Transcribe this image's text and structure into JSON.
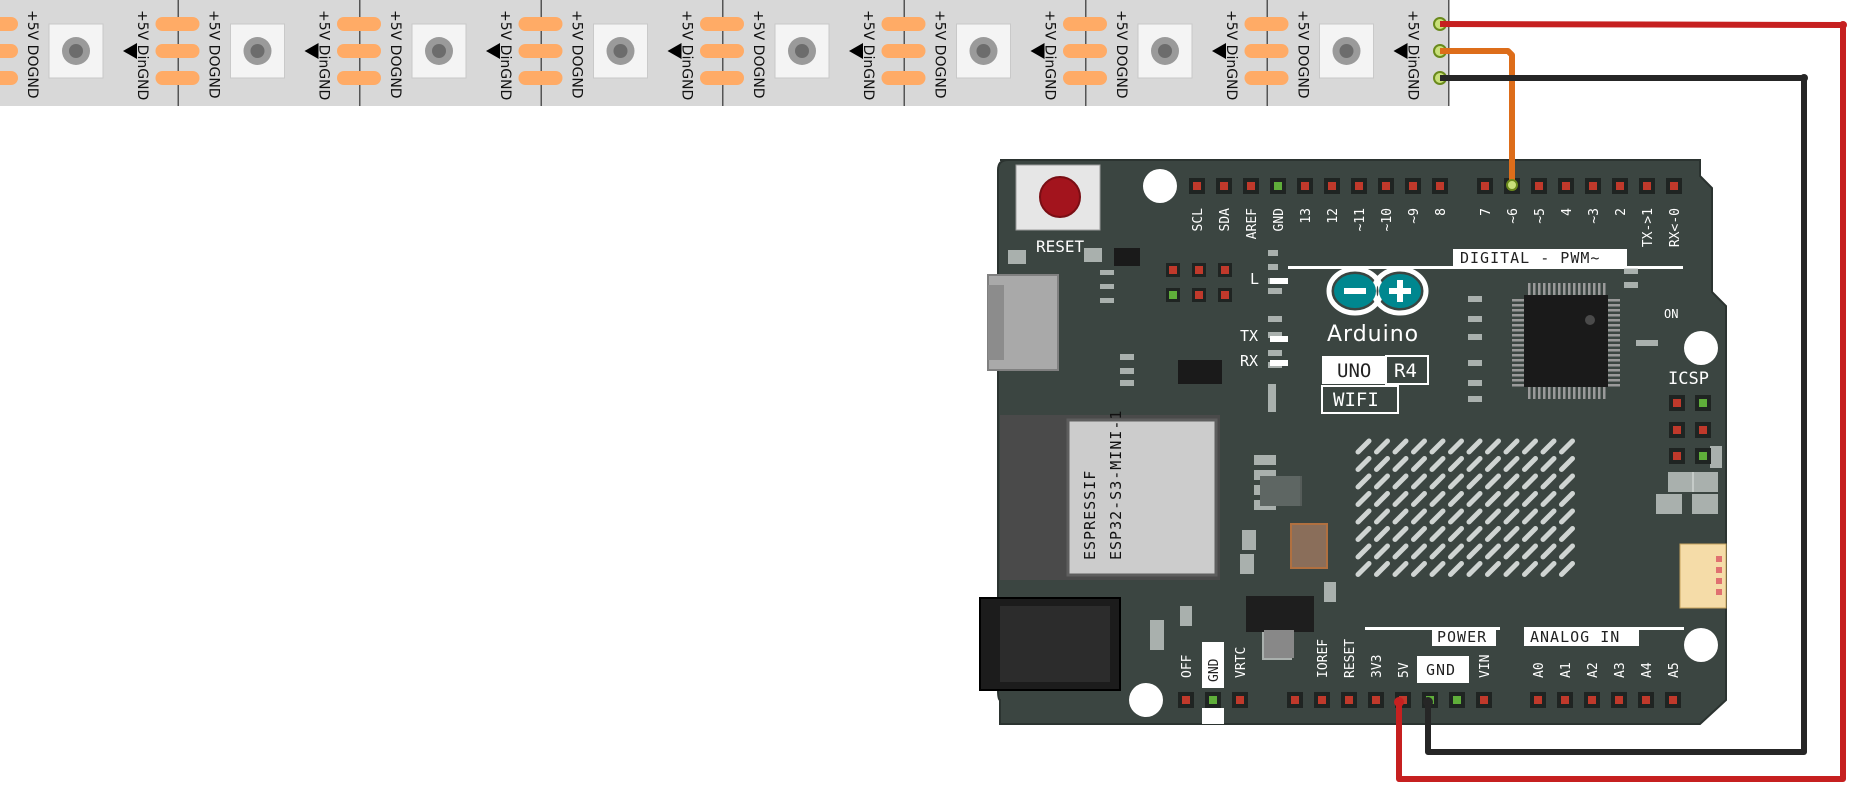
{
  "strip": {
    "pixel_count": 8,
    "label_in": "+5V DinGND",
    "label_out": "+5V DOGND",
    "colors": {
      "strip": "#d8d8d8",
      "pad": "#ffab66",
      "led_body": "#f4f4f4",
      "divider": "#555555"
    }
  },
  "board": {
    "reset_label": "RESET",
    "logo_text": "Arduino",
    "model_uno": "UNO",
    "model_r4": "R4",
    "model_wifi": "WIFI",
    "digital_header": "DIGITAL - PWM~",
    "power_header": "POWER",
    "analog_header": "ANALOG IN",
    "icsp_label": "ICSP",
    "on_label": "ON",
    "l_label": "L",
    "tx_label": "TX",
    "rx_label": "RX",
    "module_line1": "ESPRESSIF",
    "module_line2": "ESP32-S3-MINI-1",
    "top_pins_left": [
      "SCL",
      "SDA",
      "AREF",
      "GND",
      "13",
      "12",
      "~11",
      "~10",
      "~9",
      "8"
    ],
    "top_pins_right": [
      "7",
      "~6",
      "~5",
      "4",
      "~3",
      "2",
      "TX->1",
      "RX<-0"
    ],
    "power_pins": [
      "IOREF",
      "RESET",
      "3V3",
      "5V",
      "GND",
      "VIN"
    ],
    "power_gnd_box": "GND",
    "analog_pins": [
      "A0",
      "A1",
      "A2",
      "A3",
      "A4",
      "A5"
    ],
    "small_pins": [
      "OFF",
      "GND",
      "VRTC"
    ],
    "colors": {
      "board": "#3b4541",
      "board_outline": "#2b3330",
      "logo_teal": "#00878f",
      "pin_red": "#c0392b",
      "pin_green": "#5fae3a",
      "silk": "#ffffff"
    }
  },
  "wires": {
    "colors": {
      "vcc": "#c62020",
      "data": "#dd6d1a",
      "gnd": "#262626"
    }
  }
}
